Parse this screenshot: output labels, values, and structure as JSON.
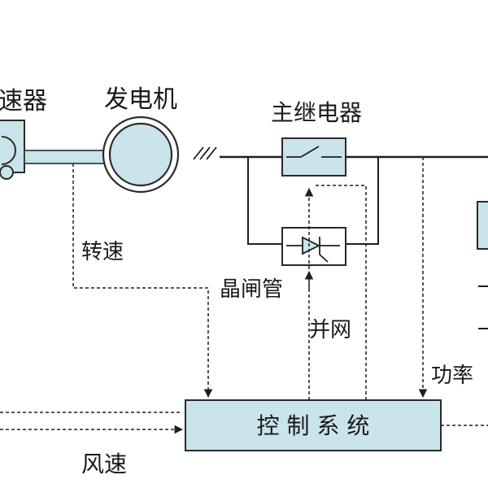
{
  "labels": {
    "gearbox_partial": "速器",
    "generator": "发电机",
    "main_relay": "主继电器",
    "speed": "转速",
    "thyristor": "晶闸管",
    "grid_connect": "并网",
    "power": "功率",
    "control_system": "控 制 系 统",
    "wind_speed": "风速"
  },
  "colors": {
    "component_fill": "#c9e4ea",
    "component_stroke": "#2a2a2a",
    "line": "#1f1f1f",
    "text": "#1a1a1a"
  },
  "icons": {
    "relay_switch": "switch-icon",
    "thyristor": "thyristor-icon"
  }
}
